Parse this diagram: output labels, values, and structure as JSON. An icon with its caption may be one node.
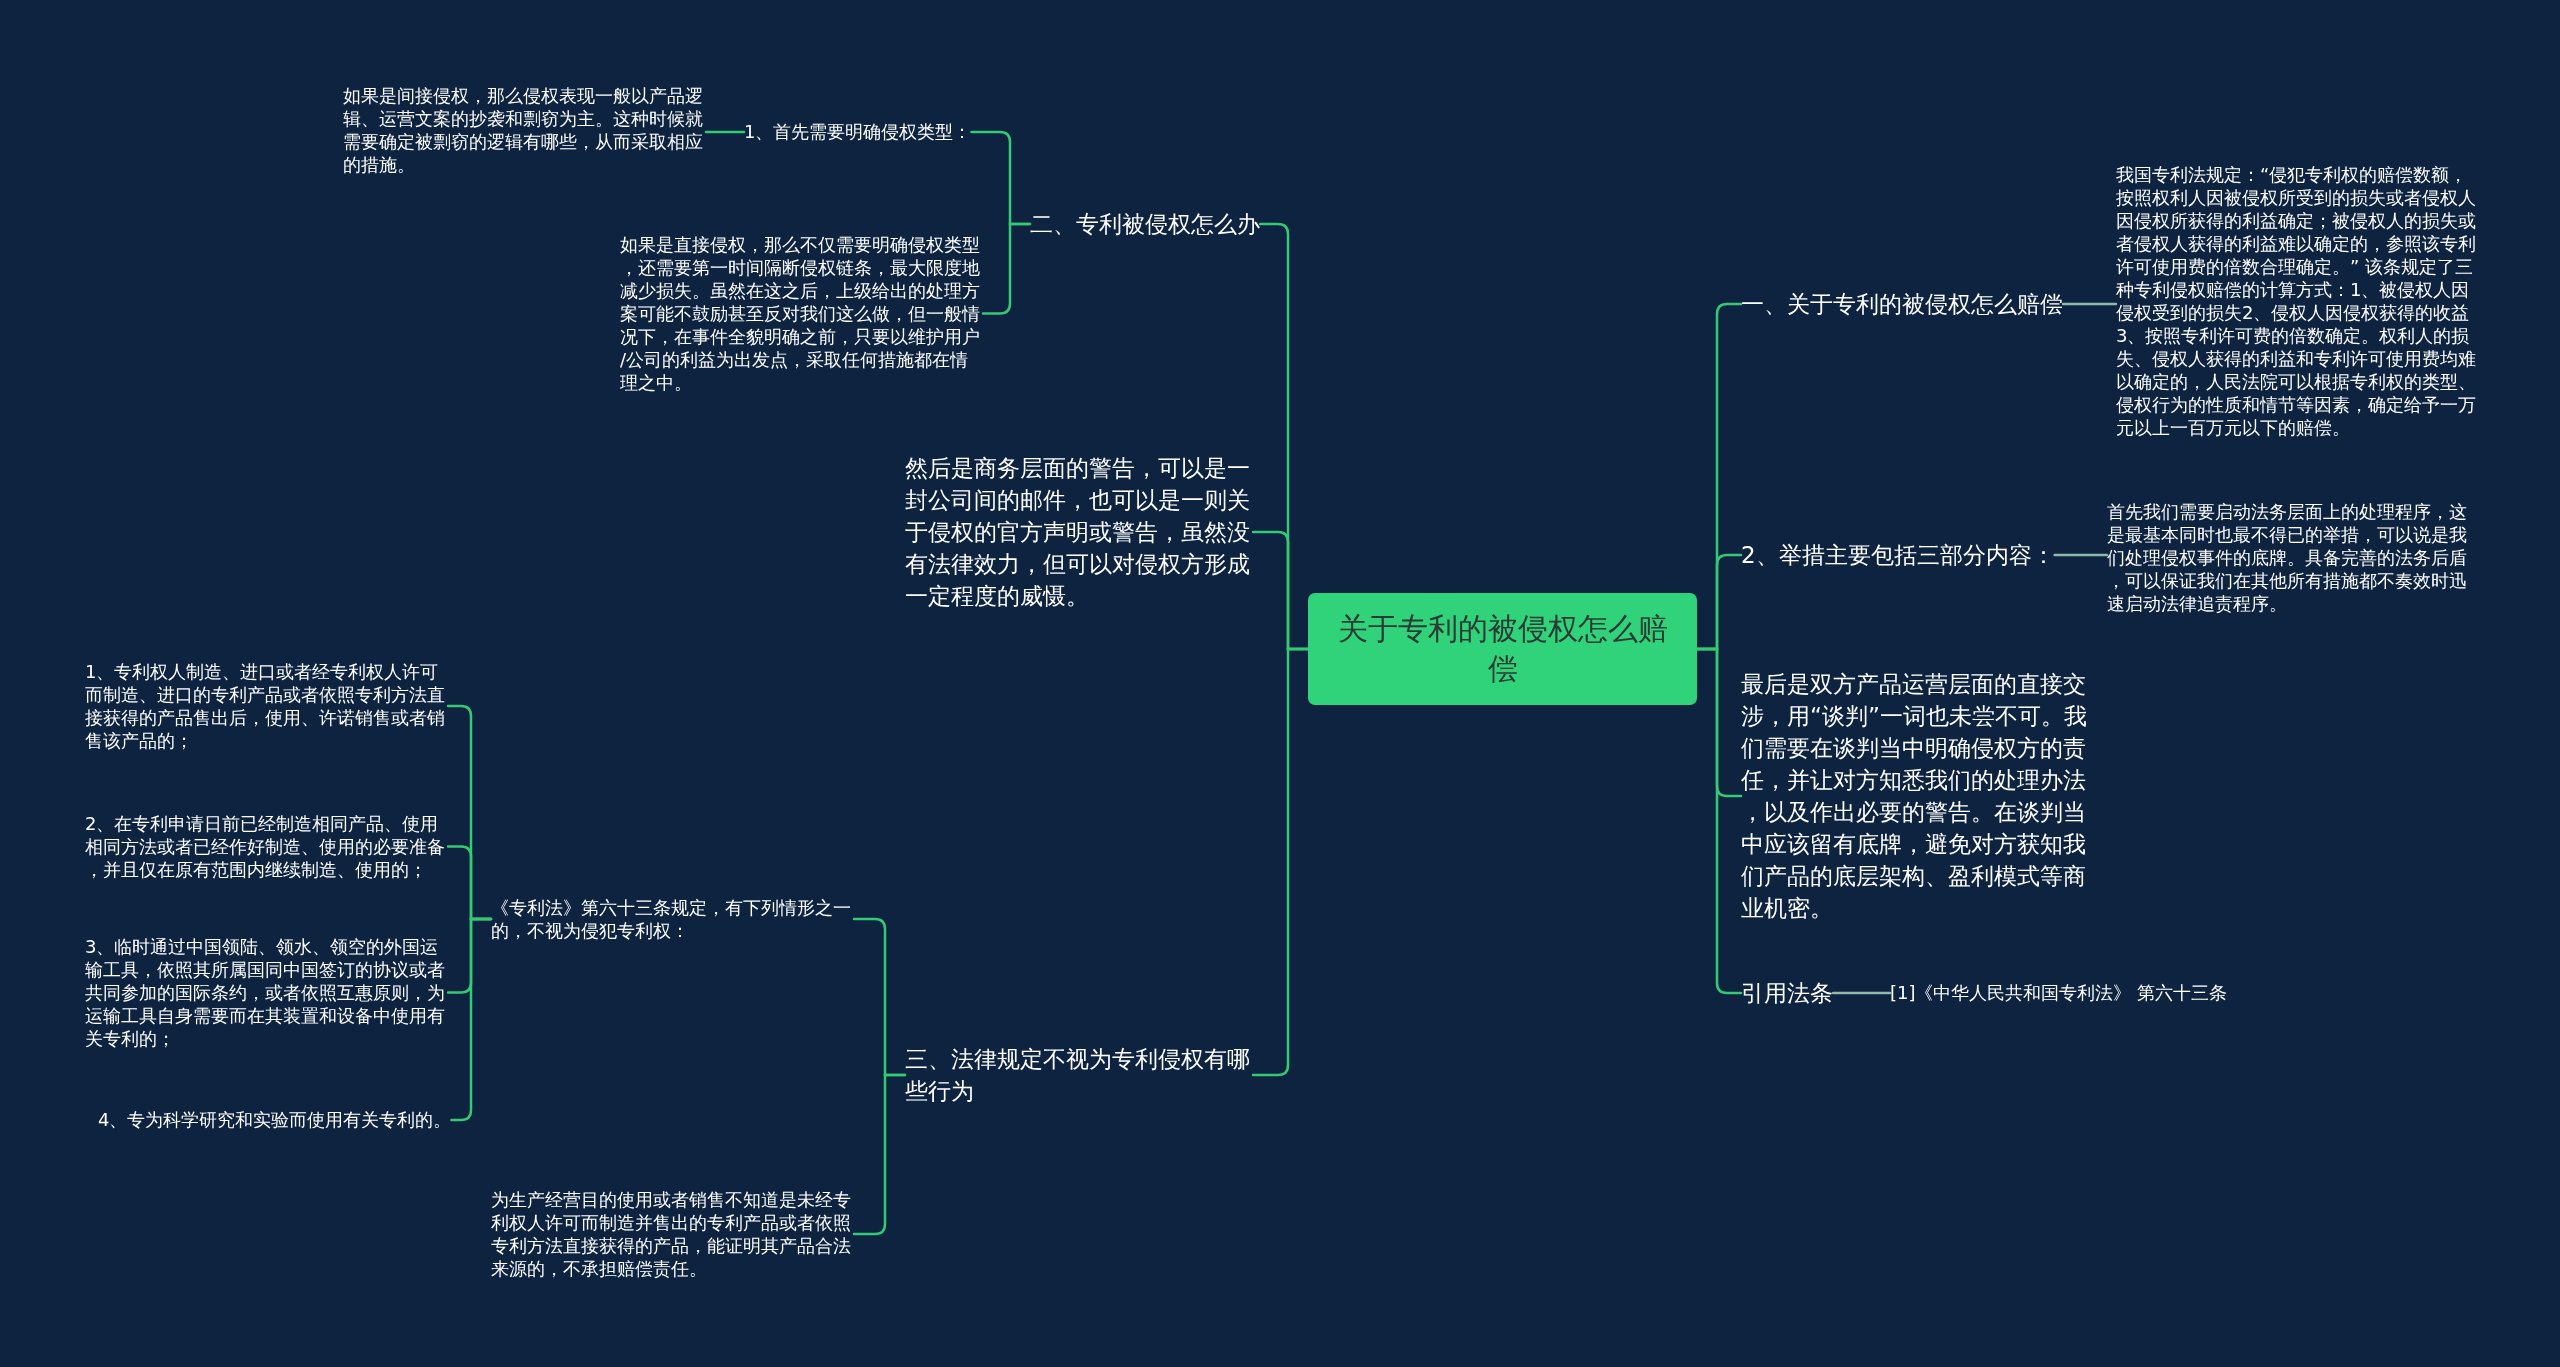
{
  "diagram": {
    "nodes": [
      {
        "text": [
          "关于专利的被侵权怎么赔偿"
        ]
      },
      {
        "text": [
          "二、专利被侵权怎么办"
        ]
      },
      {
        "text": [
          "1、首先需要明确侵权类型："
        ]
      },
      {
        "text": [
          "如果是间接侵权，那么侵权表现一般以产品逻辑、运营文案的抄袭和剽窃为主。这种时候就需要确定被剽窃的逻辑有哪些，从而采取相应的措施。"
        ]
      },
      {
        "text": [
          "如果是直接侵权，那么不仅需要明确侵权类型，还需要第一时间隔断侵权链条，最大限度地减少损失。虽然在这之后，上级给出的处理方案可能不鼓励甚至反对我们这么做，但一般情况下，在事件全貌明确之前，只要以维护用户/公司的利益为出发点，采取任何措施都在情理之中。"
        ]
      },
      {
        "text": [
          "然后是商务层面的警告，可以是一封公司间的邮件，也可以是一则关于侵权的官方声明或警告，虽然没有法律效力，但可以对侵权方形成一定程度的威慑。"
        ]
      },
      {
        "text": [
          "三、法律规定不视为专利侵权有哪些行为"
        ]
      },
      {
        "text": [
          "《专利法》第六十三条规定，有下列情形之一的，不视为侵犯专利权："
        ]
      },
      {
        "text": [
          "1、专利权人制造、进口或者经专利权人许可而制造、进口的专利产品或者依照专利方法直接获得的产品售出后，使用、许诺销售或者销售该产品的；"
        ]
      },
      {
        "text": [
          "2、在专利申请日前已经制造相同产品、使用相同方法或者已经作好制造、使用的必要准备，并且仅在原有范围内继续制造、使用的；"
        ]
      },
      {
        "text": [
          "3、临时通过中国领陆、领水、领空的外国运输工具，依照其所属国同中国签订的协议或者共同参加的国际条约，或者依照互惠原则，为运输工具自身需要而在其装置和设备中使用有关专利的；"
        ]
      },
      {
        "text": [
          "4、专为科学研究和实验而使用有关专利的。"
        ]
      },
      {
        "text": [
          "为生产经营目的使用或者销售不知道是未经专利权人许可而制造并售出的专利产品或者依照专利方法直接获得的产品，能证明其产品合法来源的，不承担赔偿责任。"
        ]
      },
      {
        "text": [
          "一、关于专利的被侵权怎么赔偿"
        ]
      },
      {
        "text": [
          "我国专利法规定：“侵犯专利权的赔偿数额，按照权利人因被侵权所受到的损失或者侵权人因侵权所获得的利益确定；被侵权人的损失或者侵权人获得的利益难以确定的，参照该专利许可使用费的倍数合理确定。” 该条规定了三种专利侵权赔偿的计算方式：1、被侵权人因侵权受到的损失2、侵权人因侵权获得的收益3、按照专利许可费的倍数确定。权利人的损失、侵权人获得的利益和专利许可使用费均难以确定的，人民法院可以根据专利权的类型、侵权行为的性质和情节等因素，确定给予一万元以上一百万元以下的赔偿。"
        ]
      },
      {
        "text": [
          "2、举措主要包括三部分内容："
        ]
      },
      {
        "text": [
          "首先我们需要启动法务层面上的处理程序，这是最基本同时也最不得已的举措，可以说是我们处理侵权事件的底牌。具备完善的法务后盾，可以保证我们在其他所有措施都不奏效时迅速启动法律追责程序。"
        ]
      },
      {
        "text": [
          "最后是双方产品运营层面的直接交涉，用“谈判”一词也未尝不可。我们需要在谈判当中明确侵权方的责任，并让对方知悉我们的处理办法，以及作出必要的警告。在谈判当中应该留有底牌，避免对方获知我们产品的底层架构、盈利模式等商业机密。"
        ]
      },
      {
        "text": [
          "引用法条"
        ]
      },
      {
        "text": [
          "[1]《中华人民共和国专利法》 第六十三条"
        ]
      }
    ],
    "edges": [
      {
        "from": 0,
        "to": 1,
        "arrow": "none"
      },
      {
        "from": 1,
        "to": 2,
        "arrow": "none"
      },
      {
        "from": 2,
        "to": 3,
        "arrow": "none"
      },
      {
        "from": 1,
        "to": 4,
        "arrow": "none"
      },
      {
        "from": 0,
        "to": 5,
        "arrow": "none"
      },
      {
        "from": 0,
        "to": 6,
        "arrow": "none"
      },
      {
        "from": 6,
        "to": 7,
        "arrow": "none"
      },
      {
        "from": 7,
        "to": 8,
        "arrow": "none"
      },
      {
        "from": 7,
        "to": 9,
        "arrow": "none"
      },
      {
        "from": 7,
        "to": 10,
        "arrow": "none"
      },
      {
        "from": 7,
        "to": 11,
        "arrow": "none"
      },
      {
        "from": 6,
        "to": 12,
        "arrow": "none"
      },
      {
        "from": 0,
        "to": 13,
        "arrow": "none"
      },
      {
        "from": 13,
        "to": 14,
        "arrow": "none",
        "color": "#8fb9aa"
      },
      {
        "from": 0,
        "to": 15,
        "arrow": "none"
      },
      {
        "from": 15,
        "to": 16,
        "arrow": "none",
        "color": "#8fb9aa"
      },
      {
        "from": 0,
        "to": 17,
        "arrow": "none"
      },
      {
        "from": 0,
        "to": 18,
        "arrow": "none"
      },
      {
        "from": 18,
        "to": 19,
        "arrow": "none",
        "color": "#8fb9aa"
      }
    ]
  }
}
